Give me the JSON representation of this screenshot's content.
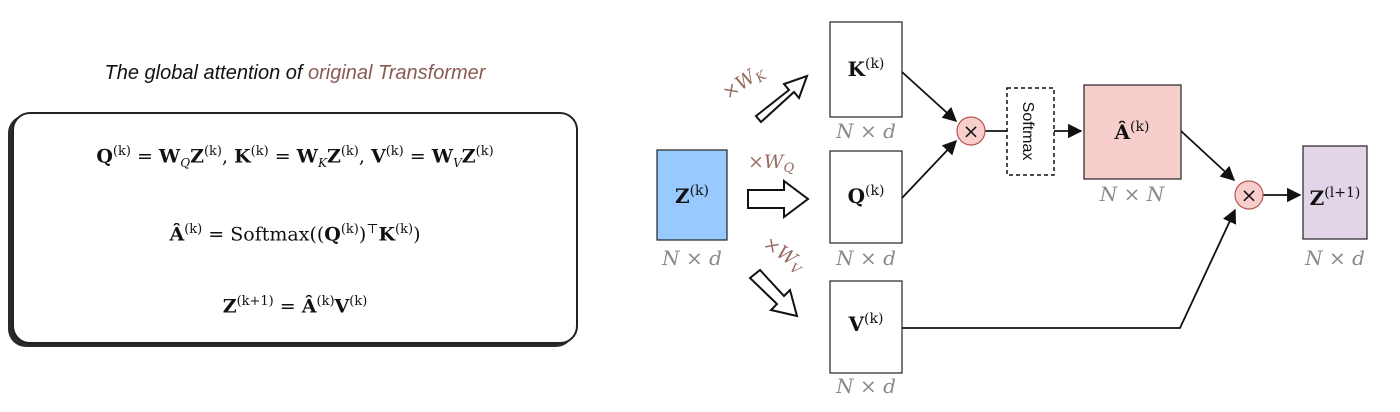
{
  "caption": {
    "prefix": "The global attention of ",
    "highlight": "original Transformer"
  },
  "equations": {
    "line1": {
      "Q": "Q",
      "K": "K",
      "V": "V",
      "W": "W",
      "Z": "Z",
      "sup_k": "(k)",
      "sub_Q": "Q",
      "sub_K": "K",
      "sub_V": "V",
      "eq": " = ",
      "comma": ",  "
    },
    "line2": {
      "A": "Â",
      "sup_k": "(k)",
      "func": "Softmax((",
      "Q": "Q",
      "top": "⊤",
      "K": "K",
      "close": ")"
    },
    "line3": {
      "Z": "Z",
      "sup_k1": "(k+1)",
      "A": "Â",
      "sup_k": "(k)",
      "V": "V"
    }
  },
  "diagram": {
    "colors": {
      "z_fill": "#99caff",
      "a_fill": "#f8cecc",
      "out_fill": "#e1d5e7",
      "op_fill": "#f8cecc"
    },
    "nodes": {
      "z": {
        "label": "Z",
        "sup": "(k)",
        "dim": "N × d"
      },
      "k": {
        "label": "K",
        "sup": "(k)",
        "dim": "N × d"
      },
      "q": {
        "label": "Q",
        "sup": "(k)",
        "dim": "N × d"
      },
      "v": {
        "label": "V",
        "sup": "(k)",
        "dim": "N × d"
      },
      "a": {
        "label": "Â",
        "sup": "(k)",
        "dim": "N × N"
      },
      "out": {
        "label": "Z",
        "sup": "(l+1)",
        "dim": "N × d"
      }
    },
    "softmax": "Softmax",
    "ops": {
      "mul1": "×",
      "mul2": "×"
    },
    "weights": {
      "wk": "×W",
      "wk_sub": "K",
      "wq": "×W",
      "wq_sub": "Q",
      "wv": "×W",
      "wv_sub": "V"
    }
  }
}
